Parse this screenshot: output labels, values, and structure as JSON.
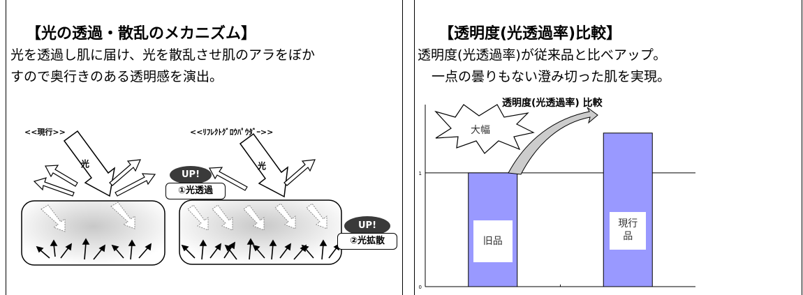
{
  "left": {
    "title": "【光の透過・散乱のメカニズム】",
    "desc_line1": "光を透過し肌に届け、光を散乱させ肌のアラをぼか",
    "desc_line2": "すので奥行きのある透明感を演出。",
    "label_current": "<<現行>>",
    "label_new": "<<ﾘﾌﾚｸﾄｸﾞﾛｳﾊﾟｳﾀﾞｰ>>",
    "light_label": "光",
    "badge_text": "UP!",
    "callout_1": "①光透過",
    "callout_2": "②光拡散"
  },
  "right": {
    "title": "【透明度(光透過率)比較】",
    "desc_line1": "透明度(光透過率)が従来品と比べアップ。",
    "desc_line2": "一点の曇りもない澄み切った肌を実現。",
    "burst_label": "大幅"
  },
  "chart_data": {
    "type": "bar",
    "title": "透明度(光透過率) 比較",
    "categories": [
      "旧品",
      "現行品"
    ],
    "values": [
      1.0,
      1.35
    ],
    "ylim": [
      0,
      1.6
    ],
    "yticks": [
      0,
      1
    ],
    "colors": {
      "bar": "#9999ff"
    }
  }
}
